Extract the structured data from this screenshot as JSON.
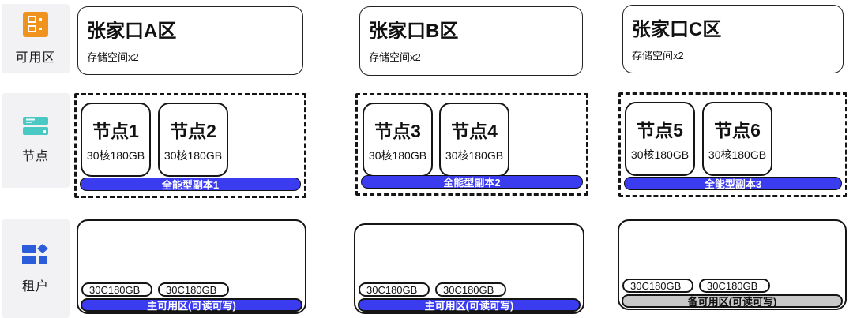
{
  "sidebar": {
    "items": [
      {
        "label": "可用区",
        "icon": "availability-zone-icon"
      },
      {
        "label": "节点",
        "icon": "node-icon"
      },
      {
        "label": "租户",
        "icon": "tenant-icon"
      }
    ]
  },
  "zones": [
    {
      "title": "张家口A区",
      "subtitle": "存储空间x2"
    },
    {
      "title": "张家口B区",
      "subtitle": "存储空间x2"
    },
    {
      "title": "张家口C区",
      "subtitle": "存储空间x2"
    }
  ],
  "node_groups": [
    {
      "replica": "全能型副本1",
      "nodes": [
        {
          "name": "节点1",
          "spec": "30核180GB"
        },
        {
          "name": "节点2",
          "spec": "30核180GB"
        }
      ]
    },
    {
      "replica": "全能型副本2",
      "nodes": [
        {
          "name": "节点3",
          "spec": "30核180GB"
        },
        {
          "name": "节点4",
          "spec": "30核180GB"
        }
      ]
    },
    {
      "replica": "全能型副本3",
      "nodes": [
        {
          "name": "节点5",
          "spec": "30核180GB"
        },
        {
          "name": "节点6",
          "spec": "30核180GB"
        }
      ]
    }
  ],
  "tenants": [
    {
      "specs": [
        "30C180GB",
        "30C180GB"
      ],
      "status": "主可用区(可读可写)",
      "status_type": "primary"
    },
    {
      "specs": [
        "30C180GB",
        "30C180GB"
      ],
      "status": "主可用区(可读可写)",
      "status_type": "primary"
    },
    {
      "specs": [
        "30C180GB",
        "30C180GB"
      ],
      "status": "备可用区(可读可写)",
      "status_type": "standby"
    }
  ],
  "colors": {
    "replica_pill_blue": "#3B3BF0",
    "primary_status_blue": "#3B3BF0",
    "standby_status_gray": "#C9C9C9",
    "az_icon_orange": "#F0921E",
    "node_icon_teal": "#4AC9C4",
    "tenant_icon_blue": "#2B5CD9",
    "sidebar_box_gray": "#F2F2F4"
  }
}
